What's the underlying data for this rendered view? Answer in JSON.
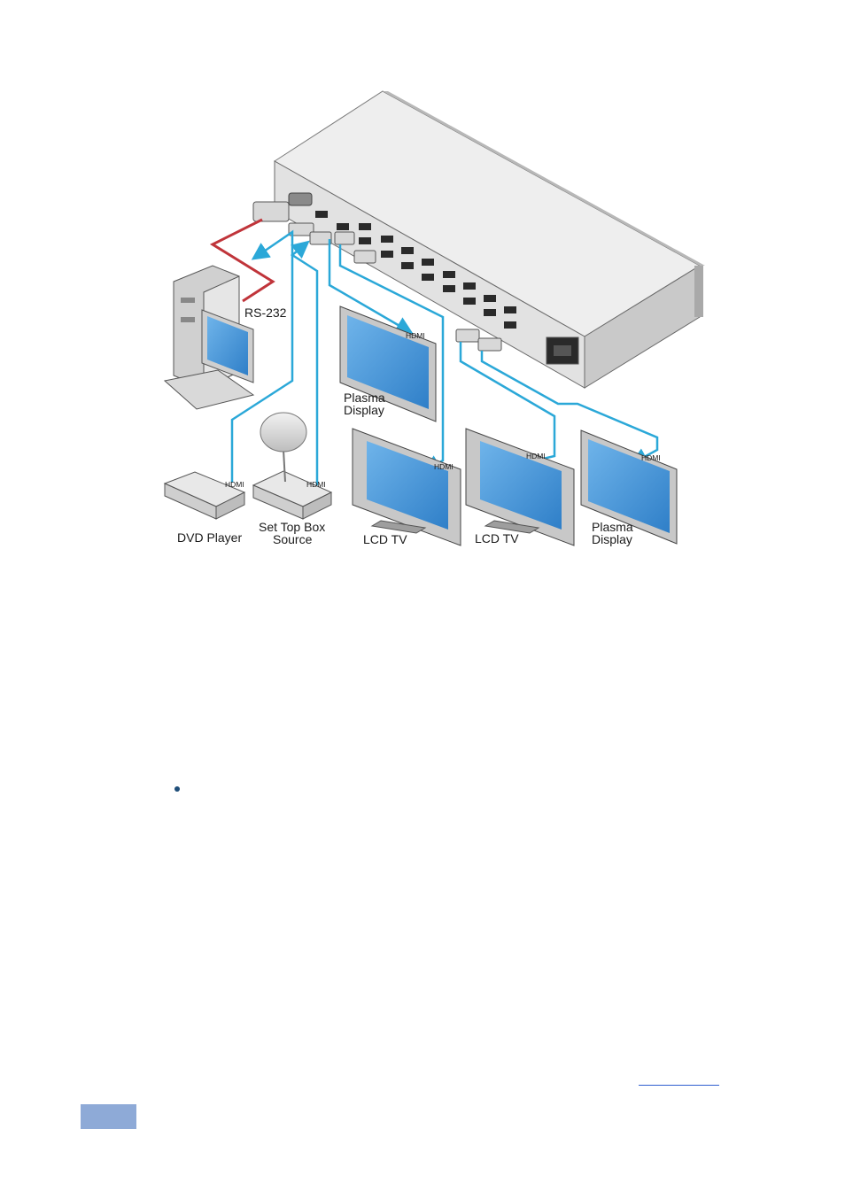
{
  "diagram": {
    "labels": {
      "rs232": "RS-232",
      "dvd_player": "DVD Player",
      "set_top_box_line1": "Set Top Box",
      "set_top_box_line2": "Source",
      "plasma_top_line1": "Plasma",
      "plasma_top_line2": "Display",
      "lcd_tv_1": "LCD TV",
      "lcd_tv_2": "LCD TV",
      "plasma_right_line1": "Plasma",
      "plasma_right_line2": "Display",
      "hdmi": "HDMI"
    },
    "colors": {
      "hdmi_cable": "#2ba8d8",
      "rs232_cable": "#c0343a",
      "screen": "#3d8fd6",
      "device_body": "#d6d6d6",
      "page_tab": "#8eaad7"
    }
  }
}
